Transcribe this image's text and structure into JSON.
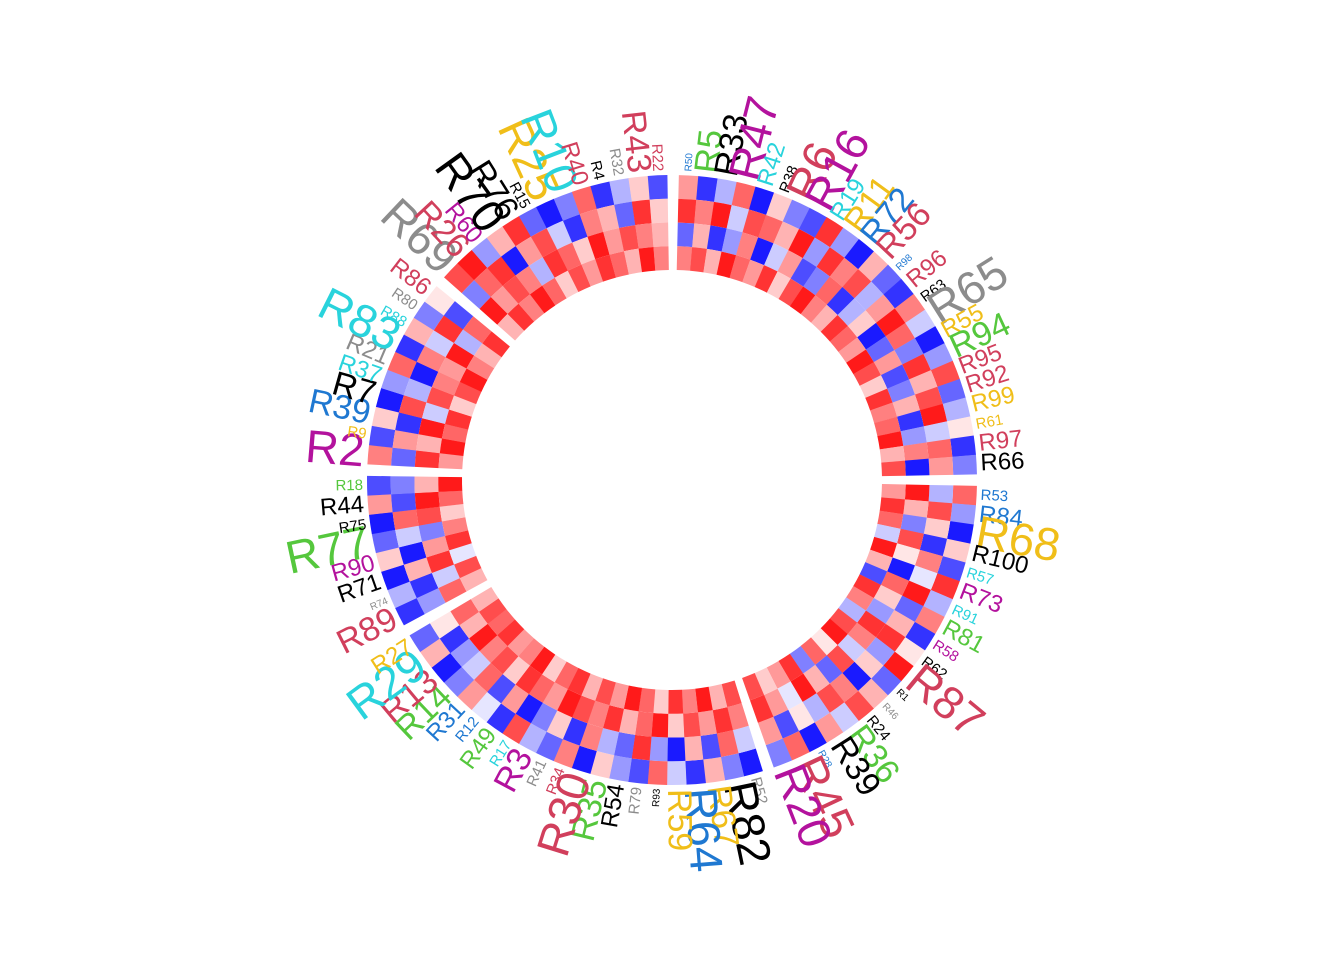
{
  "chart_data": {
    "type": "heatmap",
    "layout": "circular",
    "tracks": 4,
    "color_scale": {
      "low": "#0000ff",
      "mid": "#ffffff",
      "high": "#ff0000"
    },
    "sectors": [
      {
        "rows": [
          {
            "label": "R53",
            "color": "#1f78d1",
            "size": "small"
          },
          {
            "label": "R84",
            "color": "#1f78d1",
            "size": "medium"
          },
          {
            "label": "R68",
            "color": "#f0be19",
            "size": "xlarge"
          },
          {
            "label": "R100",
            "color": "#000000",
            "size": "medium"
          },
          {
            "label": "R57",
            "color": "#29d3dc",
            "size": "small"
          },
          {
            "label": "R73",
            "color": "#b3129d",
            "size": "medium"
          },
          {
            "label": "R91",
            "color": "#29d3dc",
            "size": "small"
          },
          {
            "label": "R81",
            "color": "#55c73d",
            "size": "medium"
          },
          {
            "label": "R58",
            "color": "#b3129d",
            "size": "small"
          },
          {
            "label": "R62",
            "color": "#000000",
            "size": "small"
          },
          {
            "label": "R87",
            "color": "#d13f5c",
            "size": "xlarge"
          },
          {
            "label": "R1",
            "color": "#000000",
            "size": "tiny"
          },
          {
            "label": "R46",
            "color": "#8c8c8c",
            "size": "tiny"
          },
          {
            "label": "R24",
            "color": "#000000",
            "size": "small"
          },
          {
            "label": "R36",
            "color": "#55c73d",
            "size": "large"
          },
          {
            "label": "R39",
            "color": "#000000",
            "size": "large"
          },
          {
            "label": "R28",
            "color": "#1f78d1",
            "size": "tiny"
          },
          {
            "label": "R45",
            "color": "#d13f5c",
            "size": "xlarge"
          },
          {
            "label": "R20",
            "color": "#b3129d",
            "size": "xlarge"
          }
        ],
        "values": [
          [
            0.6,
            -0.4,
            -0.9,
            0.2,
            -0.7,
            0.8,
            -0.3,
            0.5,
            -0.8,
            0.1,
            0.9,
            -0.6,
            0.3,
            0.7,
            -0.2,
            0.4,
            -0.9,
            0.6,
            -0.5
          ],
          [
            -0.3,
            0.7,
            0.2,
            -0.8,
            0.5,
            -0.1,
            0.9,
            -0.6,
            0.3,
            0.8,
            -0.4,
            0.2,
            -0.9,
            0.5,
            0.7,
            -0.3,
            0.1,
            -0.7,
            0.4
          ],
          [
            0.9,
            0.3,
            -0.5,
            0.7,
            0.1,
            -0.9,
            0.6,
            0.2,
            -0.4,
            0.8,
            0.5,
            -0.2,
            0.7,
            -0.6,
            0.3,
            0.9,
            -0.1,
            0.4,
            0.8
          ],
          [
            0.4,
            0.8,
            0.6,
            -0.2,
            0.9,
            0.3,
            -0.7,
            0.8,
            0.5,
            -0.3,
            0.7,
            0.9,
            0.1,
            0.6,
            -0.5,
            0.8,
            0.4,
            0.2,
            0.7
          ]
        ]
      },
      {
        "rows": [
          {
            "label": "R52",
            "color": "#8c8c8c",
            "size": "small"
          },
          {
            "label": "R82",
            "color": "#000000",
            "size": "xlarge"
          },
          {
            "label": "R67",
            "color": "#f0be19",
            "size": "large"
          },
          {
            "label": "R64",
            "color": "#1f78d1",
            "size": "xlarge"
          },
          {
            "label": "R59",
            "color": "#f0be19",
            "size": "large"
          },
          {
            "label": "R93",
            "color": "#000000",
            "size": "tiny"
          },
          {
            "label": "R79",
            "color": "#8c8c8c",
            "size": "small"
          },
          {
            "label": "R54",
            "color": "#000000",
            "size": "medium"
          },
          {
            "label": "R35",
            "color": "#55c73d",
            "size": "large"
          },
          {
            "label": "R30",
            "color": "#d13f5c",
            "size": "xlarge"
          },
          {
            "label": "R34",
            "color": "#d13f5c",
            "size": "small"
          },
          {
            "label": "R41",
            "color": "#8c8c8c",
            "size": "small"
          },
          {
            "label": "R3",
            "color": "#b3129d",
            "size": "large"
          },
          {
            "label": "R17",
            "color": "#29d3dc",
            "size": "small"
          },
          {
            "label": "R49",
            "color": "#55c73d",
            "size": "medium"
          },
          {
            "label": "R12",
            "color": "#1f78d1",
            "size": "small"
          },
          {
            "label": "R31",
            "color": "#1f78d1",
            "size": "medium"
          },
          {
            "label": "R14",
            "color": "#55c73d",
            "size": "large"
          },
          {
            "label": "R13",
            "color": "#d13f5c",
            "size": "large"
          },
          {
            "label": "R29",
            "color": "#29d3dc",
            "size": "xlarge"
          },
          {
            "label": "R27",
            "color": "#f0be19",
            "size": "medium"
          }
        ],
        "values": [
          [
            -0.9,
            -0.5,
            0.3,
            -0.8,
            -0.2,
            0.6,
            -0.7,
            -0.4,
            0.2,
            -0.9,
            0.5,
            -0.6,
            -0.3,
            0.7,
            -0.8,
            -0.1,
            0.4,
            -0.5,
            -0.9,
            0.3,
            -0.6
          ],
          [
            -0.2,
            0.6,
            -0.7,
            0.3,
            -0.9,
            -0.4,
            0.8,
            -0.6,
            -0.3,
            0.5,
            -0.8,
            0.2,
            -0.5,
            -0.9,
            0.4,
            -0.7,
            0.6,
            -0.2,
            -0.4,
            -0.8,
            0.1
          ],
          [
            0.5,
            0.8,
            0.4,
            0.7,
            0.2,
            0.9,
            0.6,
            0.3,
            0.8,
            0.5,
            0.7,
            0.9,
            0.4,
            0.6,
            0.8,
            0.2,
            0.7,
            0.5,
            0.9,
            0.3,
            0.6
          ],
          [
            0.7,
            0.3,
            0.9,
            0.5,
            0.8,
            0.2,
            0.6,
            0.9,
            0.4,
            0.7,
            0.3,
            0.8,
            0.6,
            0.2,
            0.9,
            0.5,
            0.4,
            0.8,
            0.6,
            0.7,
            0.3
          ]
        ]
      },
      {
        "rows": [
          {
            "label": "R89",
            "color": "#d13f5c",
            "size": "large"
          },
          {
            "label": "R74",
            "color": "#8c8c8c",
            "size": "tiny"
          },
          {
            "label": "R71",
            "color": "#000000",
            "size": "medium"
          },
          {
            "label": "R90",
            "color": "#b3129d",
            "size": "medium"
          },
          {
            "label": "R77",
            "color": "#55c73d",
            "size": "xlarge"
          },
          {
            "label": "R75",
            "color": "#000000",
            "size": "small"
          },
          {
            "label": "R44",
            "color": "#000000",
            "size": "medium"
          },
          {
            "label": "R18",
            "color": "#55c73d",
            "size": "small"
          }
        ],
        "values": [
          [
            -0.8,
            -0.3,
            -0.9,
            0.2,
            -0.6,
            -0.9,
            0.4,
            -0.7
          ],
          [
            -0.4,
            -0.8,
            0.3,
            -0.9,
            -0.2,
            0.6,
            -0.7,
            -0.5
          ],
          [
            0.6,
            -0.2,
            0.8,
            0.4,
            -0.5,
            0.7,
            0.9,
            0.3
          ],
          [
            0.3,
            0.7,
            -0.1,
            0.8,
            0.5,
            0.2,
            0.6,
            0.9
          ]
        ]
      },
      {
        "rows": [
          {
            "label": "R2",
            "color": "#b3129d",
            "size": "xlarge"
          },
          {
            "label": "R9",
            "color": "#f0be19",
            "size": "small"
          },
          {
            "label": "R39",
            "color": "#1f78d1",
            "size": "large"
          },
          {
            "label": "R7",
            "color": "#000000",
            "size": "large"
          },
          {
            "label": "R37",
            "color": "#29d3dc",
            "size": "medium"
          },
          {
            "label": "R21",
            "color": "#8c8c8c",
            "size": "medium"
          },
          {
            "label": "R83",
            "color": "#29d3dc",
            "size": "xlarge"
          },
          {
            "label": "R88",
            "color": "#29d3dc",
            "size": "small"
          },
          {
            "label": "R80",
            "color": "#8c8c8c",
            "size": "small"
          },
          {
            "label": "R86",
            "color": "#d13f5c",
            "size": "medium"
          }
        ],
        "values": [
          [
            0.5,
            -0.7,
            0.2,
            -0.9,
            -0.4,
            0.6,
            -0.8,
            0.3,
            -0.5,
            0.1
          ],
          [
            -0.6,
            0.4,
            -0.8,
            0.7,
            -0.3,
            -0.9,
            0.5,
            -0.2,
            0.8,
            -0.7
          ],
          [
            0.8,
            0.3,
            0.9,
            -0.2,
            0.7,
            0.5,
            0.4,
            0.9,
            -0.3,
            0.6
          ],
          [
            0.4,
            0.9,
            0.6,
            0.8,
            0.2,
            0.7,
            0.9,
            0.5,
            0.3,
            0.8
          ]
        ]
      },
      {
        "rows": [
          {
            "label": "R69",
            "color": "#8c8c8c",
            "size": "xlarge"
          },
          {
            "label": "R26",
            "color": "#d13f5c",
            "size": "large"
          },
          {
            "label": "R60",
            "color": "#b3129d",
            "size": "medium"
          },
          {
            "label": "R70",
            "color": "#000000",
            "size": "xlarge"
          },
          {
            "label": "R76",
            "color": "#000000",
            "size": "large"
          },
          {
            "label": "R15",
            "color": "#000000",
            "size": "small"
          },
          {
            "label": "R25",
            "color": "#f0be19",
            "size": "xlarge"
          },
          {
            "label": "R10",
            "color": "#29d3dc",
            "size": "xlarge"
          },
          {
            "label": "R40",
            "color": "#d13f5c",
            "size": "medium"
          },
          {
            "label": "R4",
            "color": "#000000",
            "size": "small"
          },
          {
            "label": "R32",
            "color": "#8c8c8c",
            "size": "small"
          },
          {
            "label": "R43",
            "color": "#d13f5c",
            "size": "large"
          },
          {
            "label": "R22",
            "color": "#d13f5c",
            "size": "small"
          }
        ],
        "values": [
          [
            0.7,
            0.9,
            -0.4,
            0.3,
            0.8,
            -0.6,
            -0.9,
            -0.5,
            0.6,
            -0.8,
            -0.3,
            0.2,
            -0.7
          ],
          [
            -0.5,
            0.6,
            0.8,
            -0.9,
            0.4,
            0.7,
            -0.2,
            -0.8,
            0.5,
            0.3,
            -0.6,
            0.8,
            0.2
          ],
          [
            0.9,
            0.4,
            0.7,
            0.5,
            -0.3,
            0.8,
            0.6,
            0.2,
            0.9,
            0.4,
            0.7,
            0.5,
            0.3
          ],
          [
            0.3,
            0.8,
            0.5,
            0.9,
            0.6,
            0.2,
            0.7,
            0.4,
            0.8,
            0.6,
            0.3,
            0.9,
            0.5
          ]
        ]
      },
      {
        "rows": [
          {
            "label": "R50",
            "color": "#1f78d1",
            "size": "tiny"
          },
          {
            "label": "R5",
            "color": "#55c73d",
            "size": "large"
          },
          {
            "label": "R33",
            "color": "#000000",
            "size": "large"
          },
          {
            "label": "R47",
            "color": "#b3129d",
            "size": "xlarge"
          },
          {
            "label": "R42",
            "color": "#29d3dc",
            "size": "medium"
          },
          {
            "label": "R38",
            "color": "#000000",
            "size": "small"
          },
          {
            "label": "R6",
            "color": "#d13f5c",
            "size": "xlarge"
          },
          {
            "label": "R16",
            "color": "#b3129d",
            "size": "xlarge"
          },
          {
            "label": "R19",
            "color": "#29d3dc",
            "size": "medium"
          },
          {
            "label": "R11",
            "color": "#f0be19",
            "size": "large"
          },
          {
            "label": "R72",
            "color": "#1f78d1",
            "size": "large"
          },
          {
            "label": "R56",
            "color": "#d13f5c",
            "size": "large"
          },
          {
            "label": "R98",
            "color": "#1f78d1",
            "size": "tiny"
          },
          {
            "label": "R96",
            "color": "#d13f5c",
            "size": "medium"
          },
          {
            "label": "R63",
            "color": "#000000",
            "size": "small"
          },
          {
            "label": "R65",
            "color": "#8c8c8c",
            "size": "xlarge"
          },
          {
            "label": "R55",
            "color": "#f0be19",
            "size": "medium"
          },
          {
            "label": "R94",
            "color": "#55c73d",
            "size": "large"
          },
          {
            "label": "R95",
            "color": "#d13f5c",
            "size": "medium"
          },
          {
            "label": "R92",
            "color": "#d13f5c",
            "size": "medium"
          },
          {
            "label": "R99",
            "color": "#f0be19",
            "size": "medium"
          },
          {
            "label": "R61",
            "color": "#f0be19",
            "size": "small"
          },
          {
            "label": "R97",
            "color": "#d13f5c",
            "size": "medium"
          },
          {
            "label": "R66",
            "color": "#000000",
            "size": "medium"
          }
        ],
        "values": [
          [
            0.4,
            -0.8,
            -0.3,
            0.6,
            -0.9,
            0.2,
            -0.5,
            -0.7,
            0.8,
            -0.4,
            -0.9,
            0.3,
            -0.6,
            -0.8,
            0.5,
            -0.2,
            -0.9,
            -0.4,
            0.7,
            -0.6,
            -0.3,
            0.1,
            -0.8,
            -0.5
          ],
          [
            0.8,
            0.5,
            0.9,
            -0.2,
            0.7,
            0.6,
            0.3,
            0.9,
            -0.4,
            0.8,
            0.5,
            0.7,
            -0.3,
            0.4,
            0.9,
            0.6,
            -0.5,
            0.8,
            0.3,
            0.7,
            0.9,
            -0.2,
            0.6,
            0.4
          ],
          [
            -0.6,
            0.3,
            -0.8,
            -0.4,
            0.5,
            -0.9,
            -0.2,
            0.4,
            -0.7,
            -0.5,
            0.6,
            -0.8,
            -0.3,
            0.2,
            -0.9,
            -0.6,
            0.4,
            -0.7,
            -0.5,
            0.3,
            -0.8,
            -0.4,
            0.5,
            -0.9
          ],
          [
            0.5,
            0.7,
            0.3,
            0.9,
            0.6,
            0.4,
            0.8,
            0.2,
            0.7,
            0.9,
            0.5,
            0.3,
            0.8,
            0.6,
            0.4,
            0.9,
            0.7,
            0.2,
            0.8,
            0.5,
            0.6,
            0.9,
            0.3,
            0.7
          ]
        ]
      }
    ]
  }
}
